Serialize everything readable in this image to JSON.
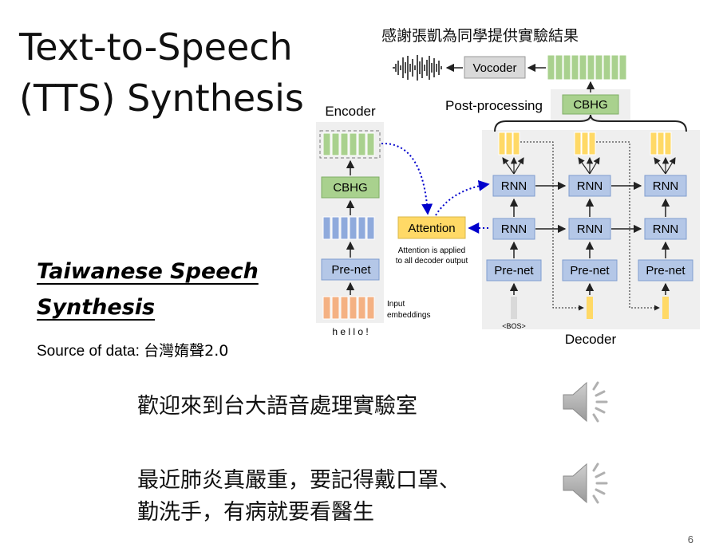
{
  "slide": {
    "title_line1": "Text-to-Speech",
    "title_line2": "(TTS) Synthesis",
    "credit": "感謝張凱為同學提供實驗結果",
    "taiwanese_line1": "Taiwanese Speech",
    "taiwanese_line2": "Synthesis",
    "source_prefix": "Source of data: ",
    "source_name": "台灣媠聲2.0",
    "sentence1": "歡迎來到台大語音處理實驗室",
    "sentence2_line1": "最近肺炎真嚴重，要記得戴口罩、",
    "sentence2_line2": "勤洗手，有病就要看醫生",
    "page_number": "6"
  },
  "diagram": {
    "vocoder": "Vocoder",
    "post_processing": "Post-processing",
    "cbhg_post": "CBHG",
    "encoder": "Encoder",
    "cbhg_enc": "CBHG",
    "prenet_enc": "Pre-net",
    "input_embeddings_1": "Input",
    "input_embeddings_2": "embeddings",
    "input_text": "h e l l o !",
    "attention": "Attention",
    "attention_note_1": "Attention is applied",
    "attention_note_2": "to all decoder output",
    "rnn": "RNN",
    "prenet_dec": "Pre-net",
    "bos": "<BOS>",
    "decoder": "Decoder"
  },
  "colors": {
    "green": "#a9d18e",
    "blue": "#8faadc",
    "salmon": "#f4b183",
    "yellow": "#ffd966",
    "rnn_box": "#b4c7e7",
    "vocoder_box": "#d9d9d9",
    "panel": "#efefef",
    "dotted_blue": "#0000cc"
  }
}
